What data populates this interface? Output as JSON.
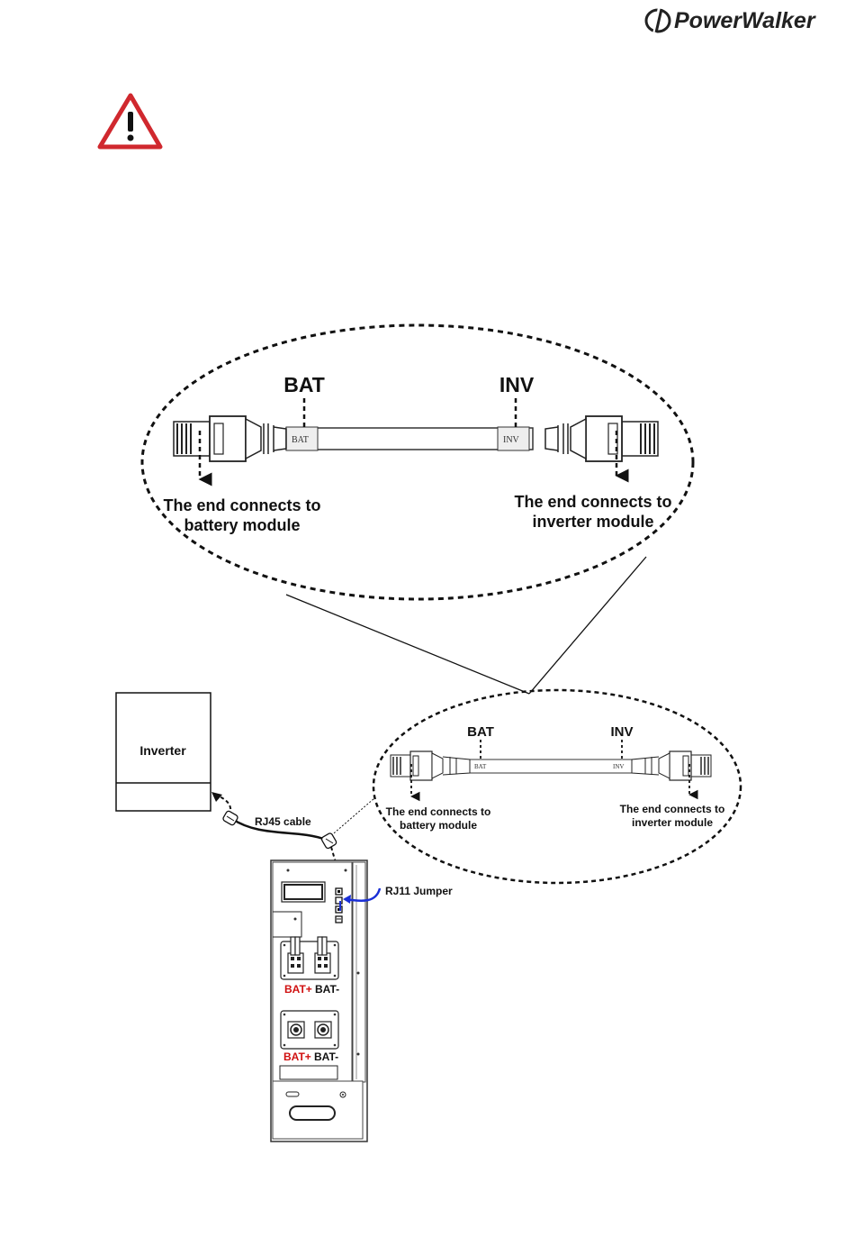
{
  "brand": {
    "name": "PowerWalker"
  },
  "warning": {
    "icon": "warning-triangle-icon"
  },
  "detail": {
    "bat_label": "BAT",
    "inv_label": "INV",
    "bat_mark": "BAT",
    "inv_mark": "INV",
    "bat_end_line1": "The end connects to",
    "bat_end_line2": "battery module",
    "inv_end_line1": "The end connects  to",
    "inv_end_line2": "inverter module"
  },
  "small_detail": {
    "bat_label": "BAT",
    "inv_label": "INV",
    "bat_mark": "BAT",
    "inv_mark": "INV",
    "bat_end_line1": "The end connects to",
    "bat_end_line2": "battery module",
    "inv_end_line1": "The end connects  to",
    "inv_end_line2": "inverter module"
  },
  "inverter": {
    "label": "Inverter"
  },
  "cables": {
    "rj45": "RJ45 cable",
    "rj11": "RJ11 Jumper"
  },
  "terminals": {
    "top_pos": "BAT+",
    "top_neg": "BAT-",
    "bottom_pos": "BAT+",
    "bottom_neg": "BAT-"
  },
  "colors": {
    "warning_red": "#d0282e",
    "jumper_blue": "#1a2fd6",
    "terminal_red": "#d01010"
  }
}
